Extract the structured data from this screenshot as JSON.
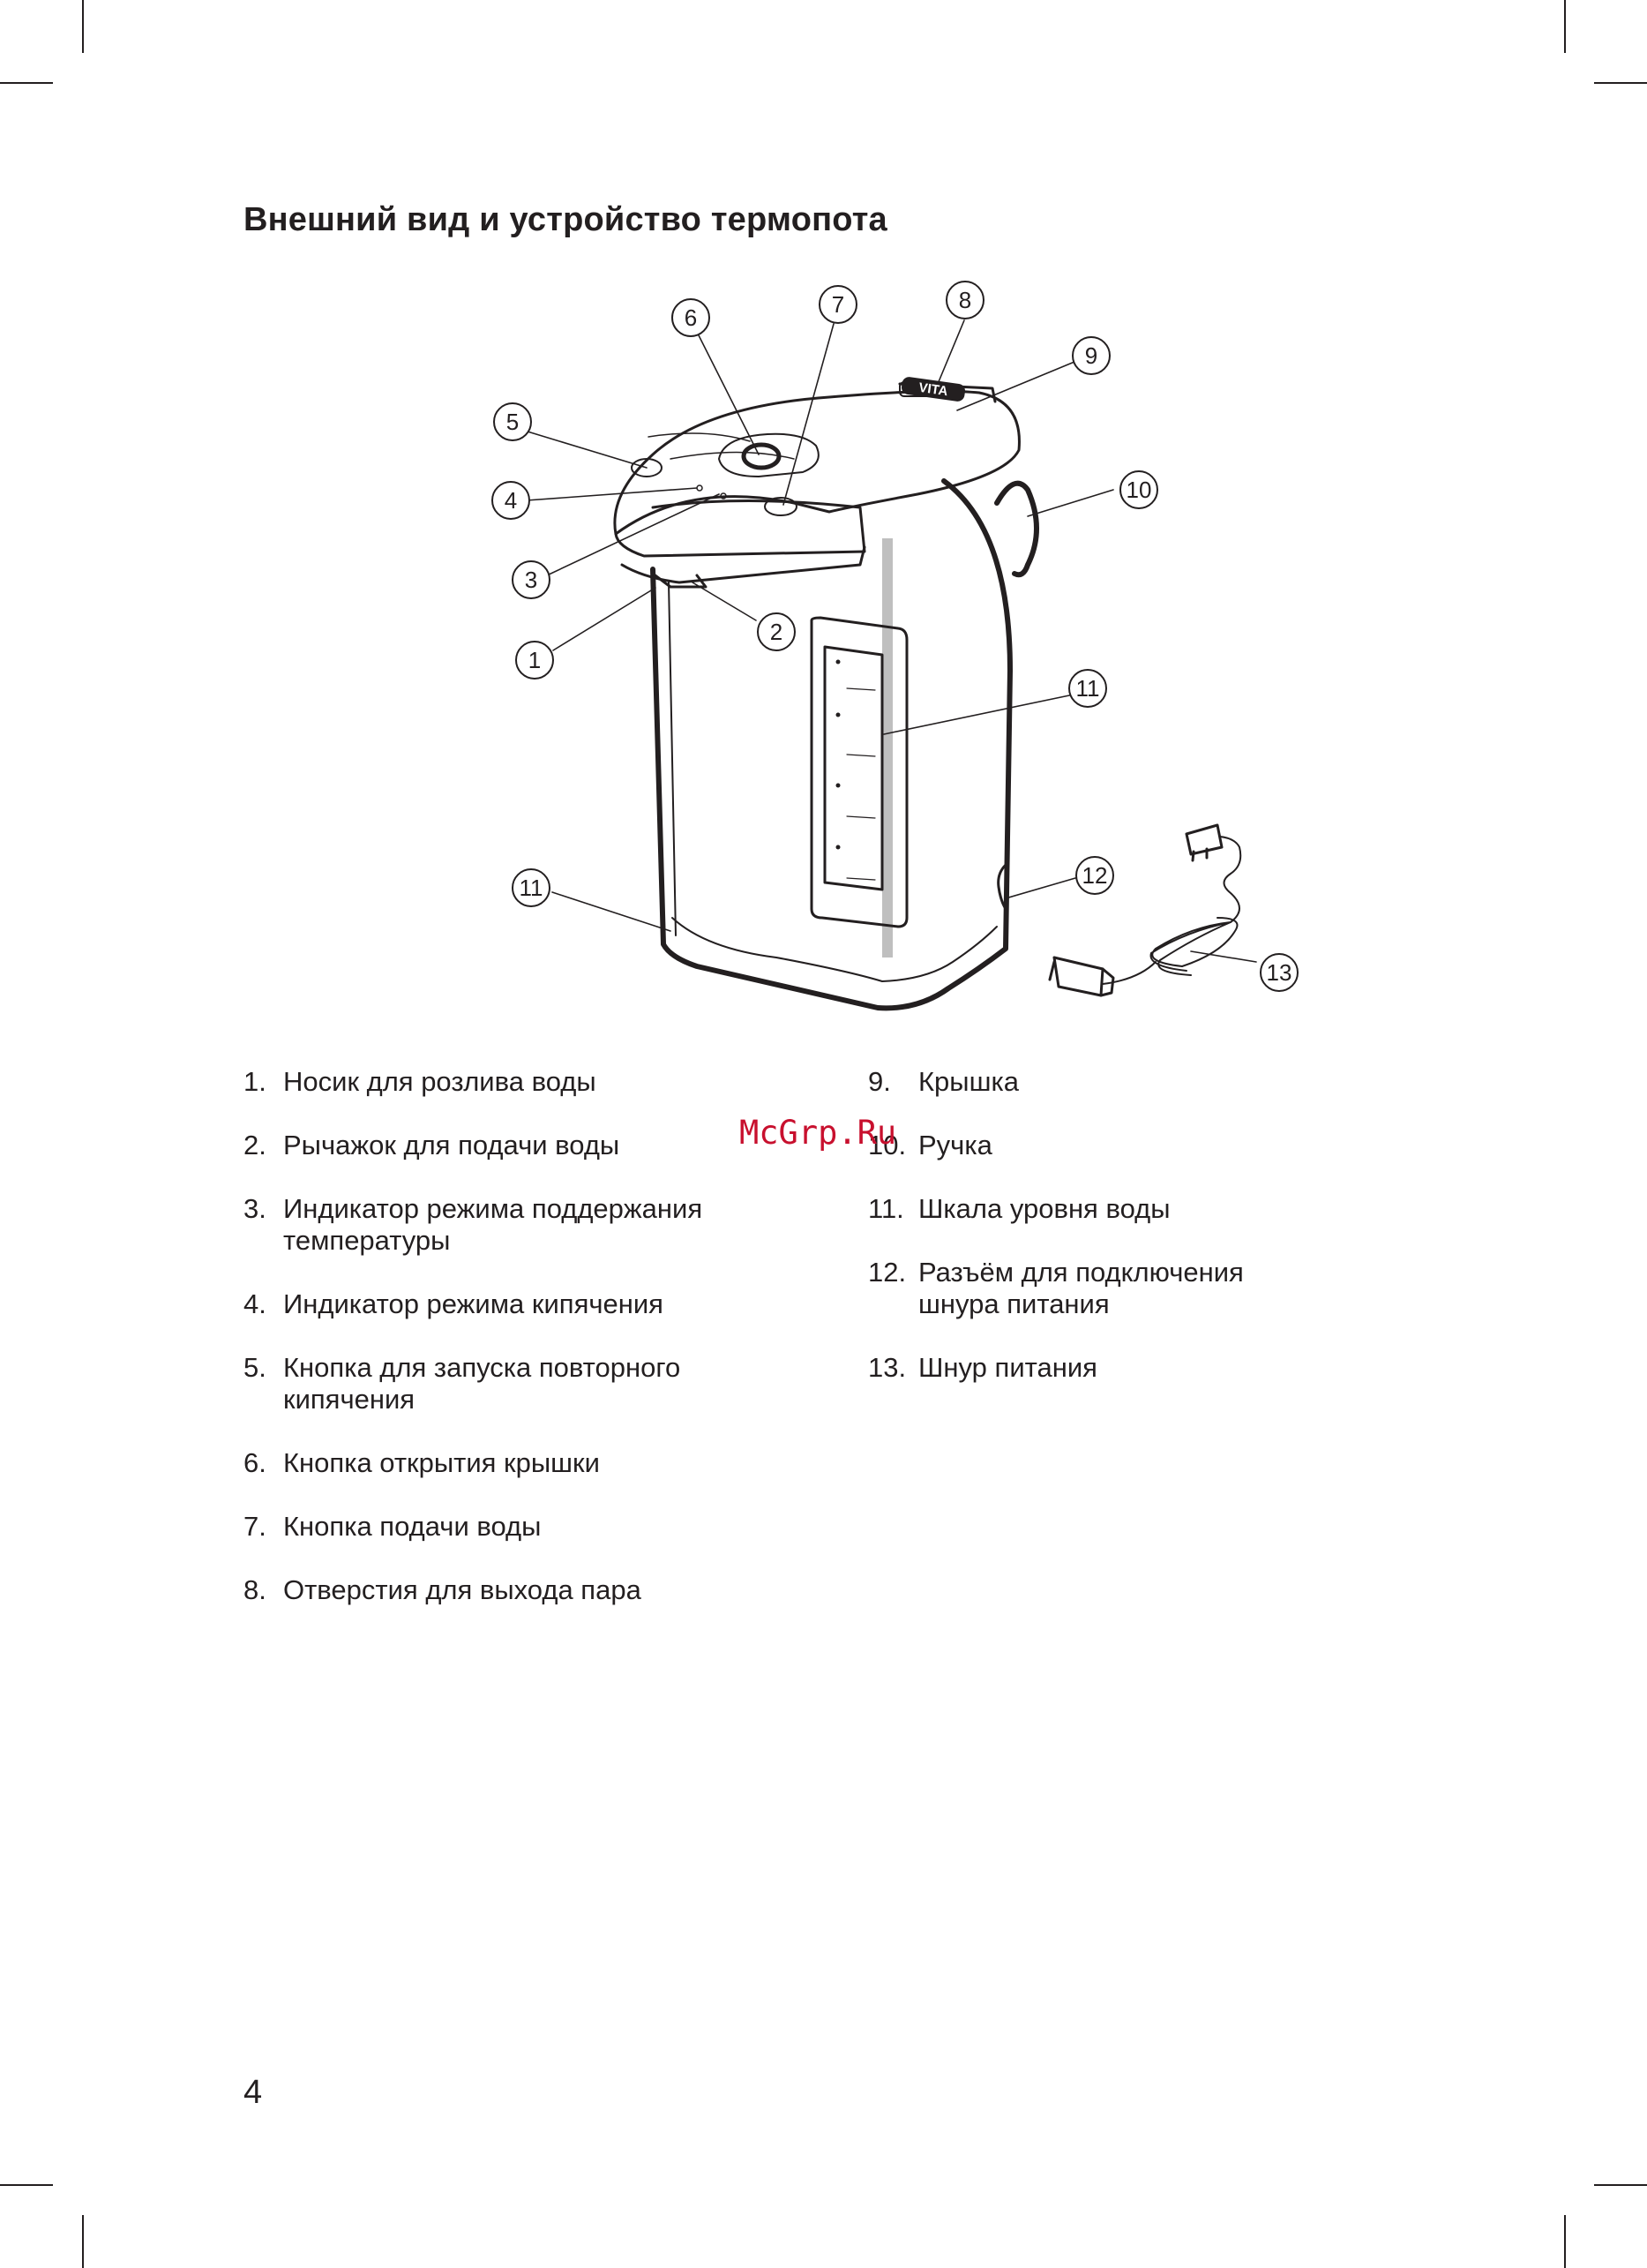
{
  "page": {
    "title": "Внешний вид и устройство термопота",
    "page_number": "4",
    "watermark": "McGrp.Ru"
  },
  "diagram": {
    "brand_mark": "VITA",
    "callouts": [
      "1",
      "2",
      "3",
      "4",
      "5",
      "6",
      "7",
      "8",
      "9",
      "10",
      "11",
      "11",
      "12",
      "13"
    ]
  },
  "parts_left": [
    {
      "num": "1.",
      "label": "Носик для розлива воды"
    },
    {
      "num": "2.",
      "label": "Рычажок для подачи воды"
    },
    {
      "num": "3.",
      "label": "Индикатор режима поддержания температуры"
    },
    {
      "num": "4.",
      "label": "Индикатор режима кипячения"
    },
    {
      "num": "5.",
      "label": "Кнопка для запуска повторного кипячения"
    },
    {
      "num": "6.",
      "label": "Кнопка открытия крышки"
    },
    {
      "num": "7.",
      "label": "Кнопка подачи воды"
    },
    {
      "num": "8.",
      "label": "Отверстия для выхода пара"
    }
  ],
  "parts_right": [
    {
      "num": "9.",
      "label": "Крышка"
    },
    {
      "num": "10.",
      "label": "Ручка"
    },
    {
      "num": "11.",
      "label": "Шкала уровня воды"
    },
    {
      "num": "12.",
      "label": "Разъём для подключения шнура питания"
    },
    {
      "num": "13.",
      "label": "Шнур питания"
    }
  ]
}
